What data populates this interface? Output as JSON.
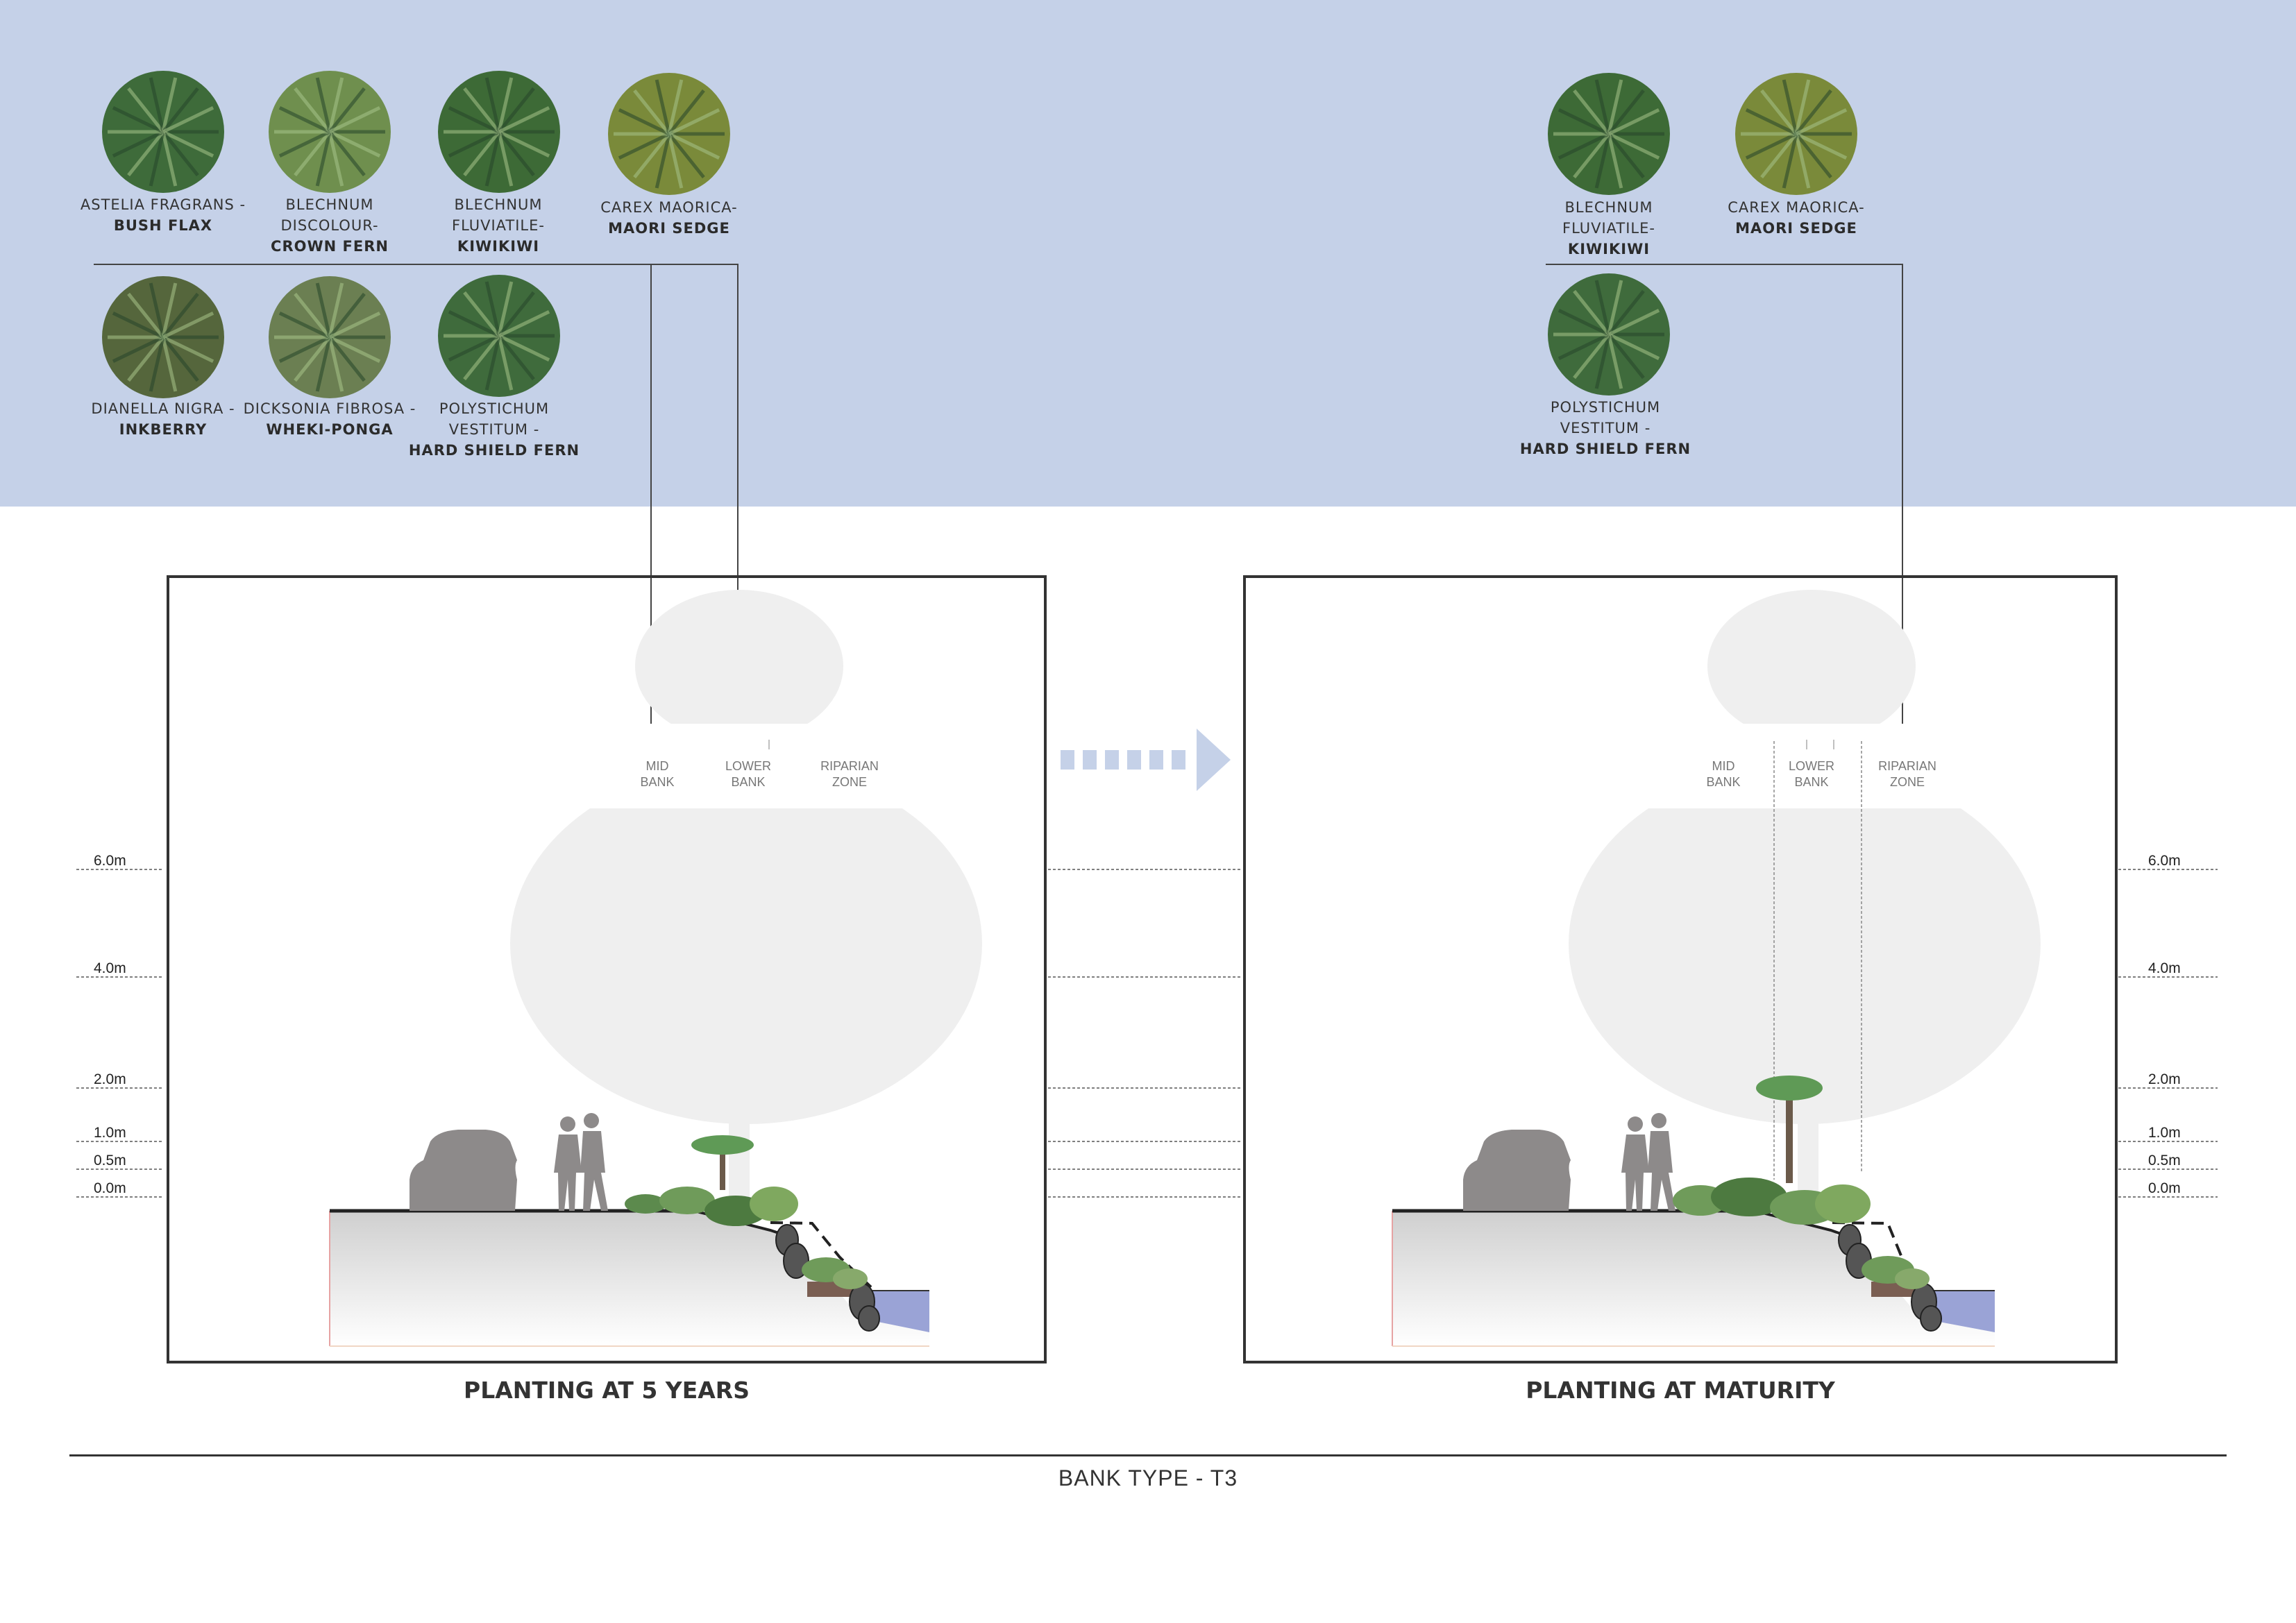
{
  "plants_left": [
    {
      "name": "ASTELIA FRAGRANS -",
      "common": "BUSH FLAX",
      "icon": "flax-icon",
      "color": "#3e6b3a"
    },
    {
      "name": "BLECHNUM DISCOLOUR-",
      "common": "CROWN FERN",
      "icon": "crown-fern-icon",
      "color": "#6f8f4e"
    },
    {
      "name": "BLECHNUM FLUVIATILE-",
      "common": "KIWIKIWI",
      "icon": "kiwikiwi-icon",
      "color": "#3d6a36"
    },
    {
      "name": "CAREX MAORICA-",
      "common": "MAORI SEDGE",
      "icon": "sedge-icon",
      "color": "#7a8a3a"
    },
    {
      "name": "DIANELLA NIGRA -",
      "common": "INKBERRY",
      "icon": "inkberry-icon",
      "color": "#55663c"
    },
    {
      "name": "DICKSONIA FIBROSA -",
      "common": "WHEKI-PONGA",
      "icon": "tree-fern-icon",
      "color": "#6b7f52"
    },
    {
      "name": "POLYSTICHUM VESTITUM -",
      "common": "HARD SHIELD FERN",
      "icon": "shield-fern-icon",
      "color": "#3f6b3c"
    }
  ],
  "plants_right": [
    {
      "name": "BLECHNUM FLUVIATILE-",
      "common": "KIWIKIWI",
      "icon": "kiwikiwi-icon",
      "color": "#3d6a36"
    },
    {
      "name": "CAREX MAORICA-",
      "common": "MAORI SEDGE",
      "icon": "sedge-icon",
      "color": "#7a8a3a"
    },
    {
      "name": "POLYSTICHUM VESTITUM -",
      "common": "HARD SHIELD FERN",
      "icon": "shield-fern-icon",
      "color": "#3f6b3c"
    }
  ],
  "levels": [
    "6.0m",
    "4.0m",
    "2.0m",
    "1.0m",
    "0.5m",
    "0.0m"
  ],
  "zones": [
    {
      "line1": "MID",
      "line2": "BANK"
    },
    {
      "line1": "LOWER",
      "line2": "BANK"
    },
    {
      "line1": "RIPARIAN",
      "line2": "ZONE"
    }
  ],
  "panels": {
    "left_title": "PLANTING AT 5 YEARS",
    "right_title": "PLANTING AT MATURITY"
  },
  "footer": "BANK TYPE - T3",
  "colors": {
    "band": "#c5d1e8",
    "arrow": "#c5d1e8",
    "water": "#9aa3d6",
    "ground": "#cfcfcf",
    "silhouette": "#8d8a8a"
  }
}
